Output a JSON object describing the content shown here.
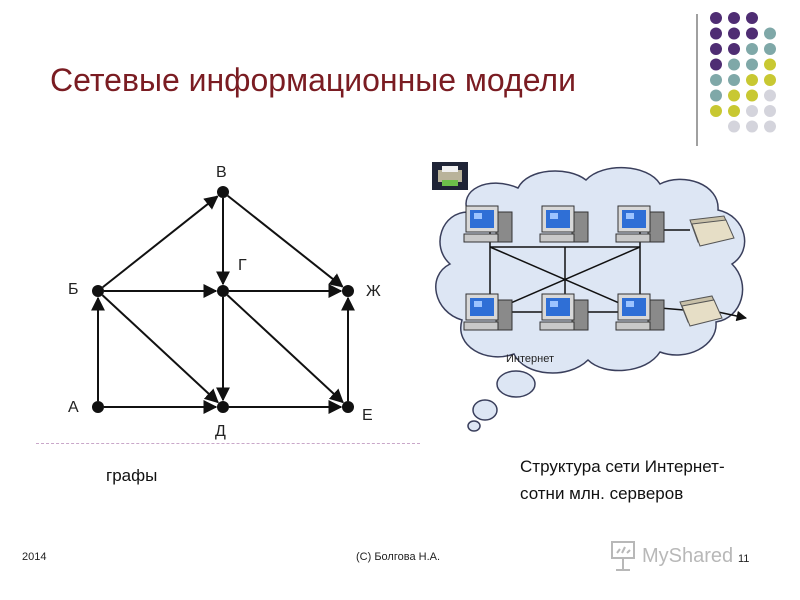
{
  "slide": {
    "title": "Сетевые информационные модели",
    "graph_caption": "графы",
    "network_caption_line1": "Структура сети Интернет-",
    "network_caption_line2": "сотни млн. серверов",
    "internet_label": "Интернет",
    "footer_year": "2014",
    "footer_author": "(С) Болгова Н.А.",
    "footer_page": "11",
    "watermark": "MyShared"
  },
  "graph": {
    "nodes": [
      {
        "id": "A",
        "label": "А"
      },
      {
        "id": "B",
        "label": "Б"
      },
      {
        "id": "V",
        "label": "В"
      },
      {
        "id": "G",
        "label": "Г"
      },
      {
        "id": "D",
        "label": "Д"
      },
      {
        "id": "E",
        "label": "Е"
      },
      {
        "id": "Zh",
        "label": "Ж"
      }
    ],
    "edges": [
      [
        "A",
        "B"
      ],
      [
        "A",
        "D"
      ],
      [
        "B",
        "V"
      ],
      [
        "B",
        "G"
      ],
      [
        "B",
        "D"
      ],
      [
        "V",
        "G"
      ],
      [
        "V",
        "Zh"
      ],
      [
        "G",
        "Zh"
      ],
      [
        "G",
        "D"
      ],
      [
        "G",
        "E"
      ],
      [
        "D",
        "E"
      ],
      [
        "E",
        "Zh"
      ]
    ]
  },
  "colors": {
    "title": "#7a1c22",
    "dot_purple": "#4f2d73",
    "dot_teal": "#7fa8a8",
    "dot_olive": "#c8c832",
    "dot_gray": "#d4d4dc",
    "cloud_fill": "#dde6f4",
    "cloud_stroke": "#3a3f5c"
  }
}
